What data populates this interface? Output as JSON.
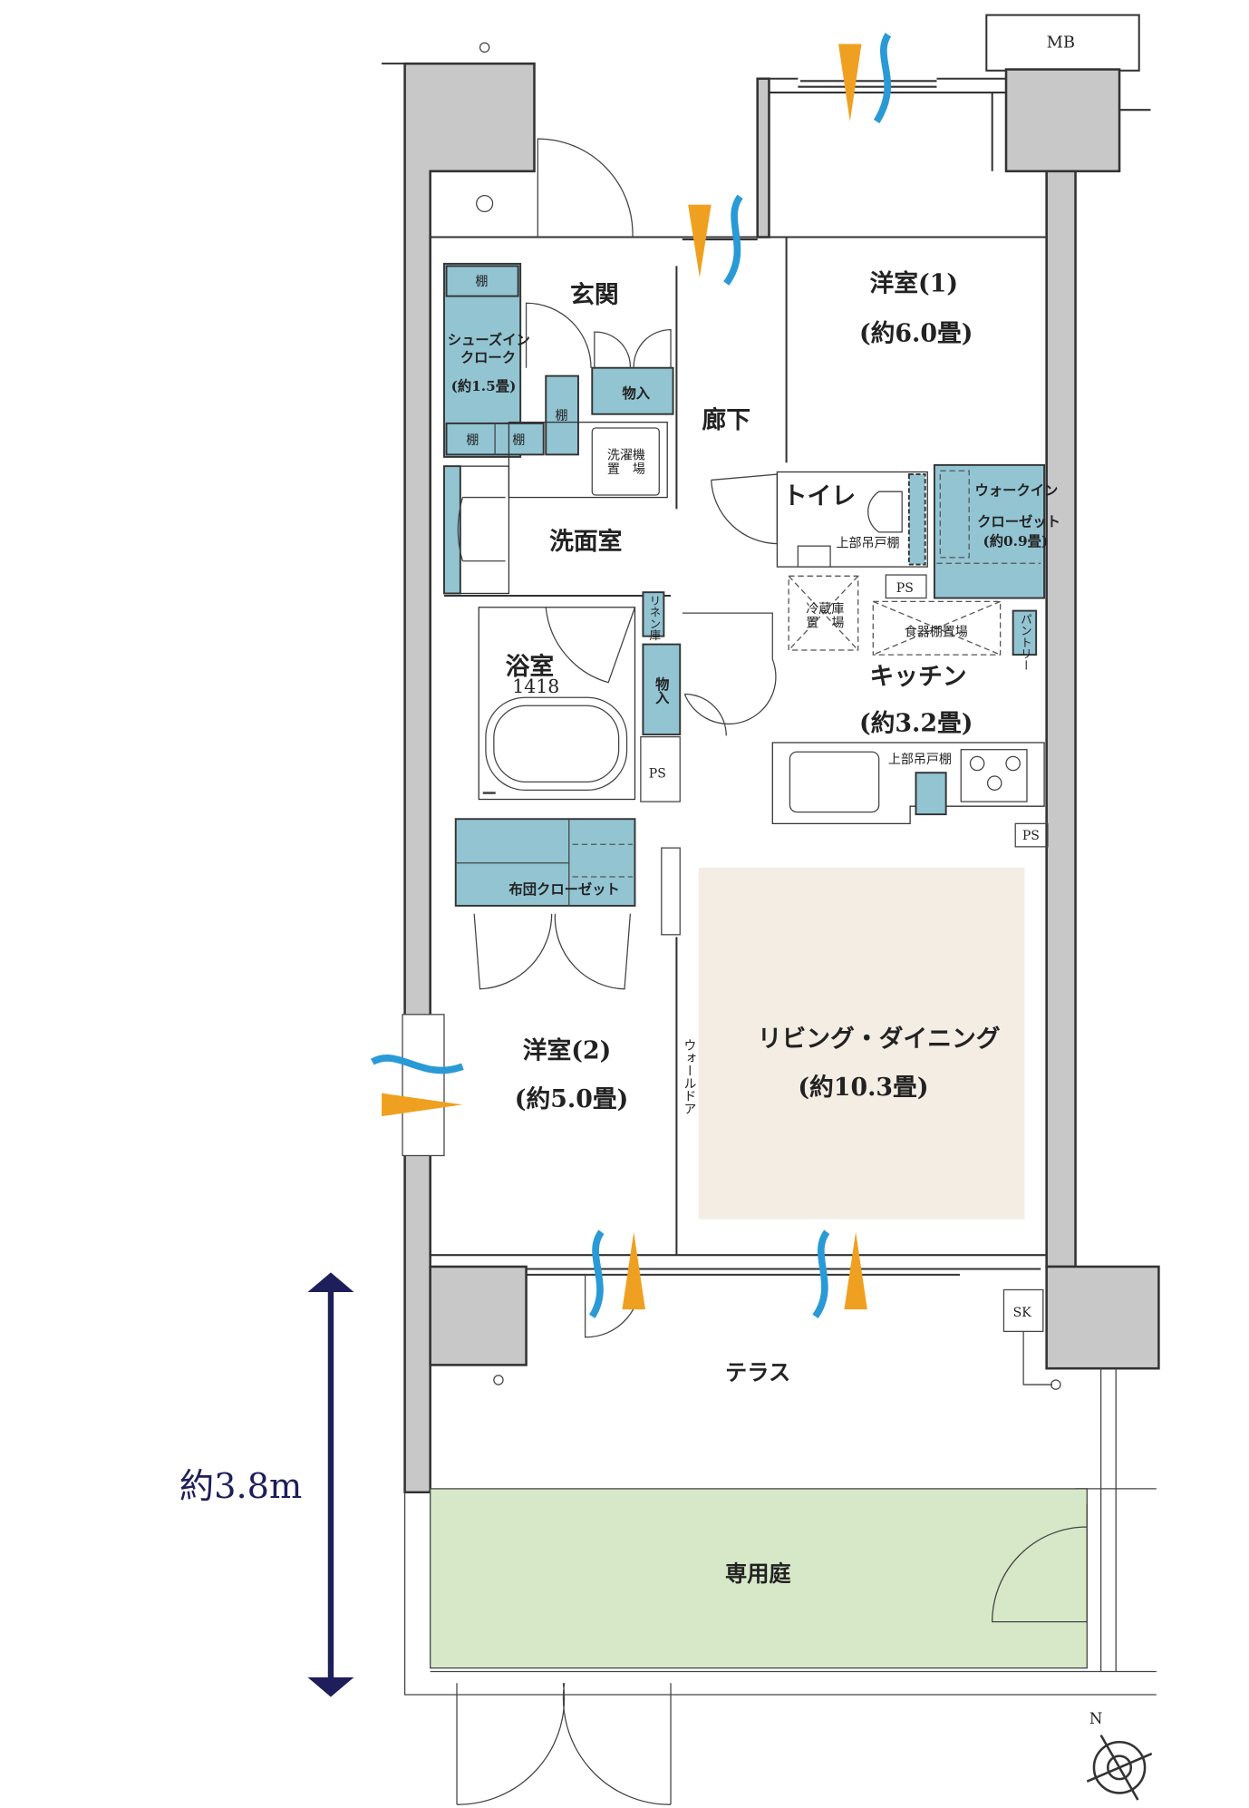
{
  "colors": {
    "storage": "#92c4d2",
    "living_floor": "#f3ede4",
    "garden": "#d6e8c8",
    "structure": "#c8c8c8",
    "ventilation_warm": "#f0a020",
    "ventilation_cool": "#2a9ad6",
    "dimension_arrow": "#1e1e5a"
  },
  "labels": {
    "mb": "MB",
    "entrance": "玄関",
    "shoe_closet_l1": "シューズイン",
    "shoe_closet_l2": "クローク",
    "shoe_closet_size": "(約1.5畳)",
    "shelf": "棚",
    "storage": "物入",
    "washer_l1": "洗濯機",
    "washer_l2": "置　場",
    "hallway": "廊下",
    "bedroom1": "洋室(1)",
    "bedroom1_size": "(約6.0畳)",
    "toilet": "トイレ",
    "upper_cabinet": "上部吊戸棚",
    "wic_l1": "ウォークイン",
    "wic_l2": "クローゼット",
    "wic_size": "(約0.9畳)",
    "ps": "PS",
    "fridge_l1": "冷蔵庫",
    "fridge_l2": "置　場",
    "cupboard": "食器棚置場",
    "pantry": "パントリー",
    "kitchen": "キッチン",
    "kitchen_size": "(約3.2畳)",
    "washroom": "洗面室",
    "linen": "リネン庫",
    "bathroom": "浴室",
    "bath_size": "1418",
    "futon_closet": "布団クローゼット",
    "bedroom2": "洋室(2)",
    "bedroom2_size": "(約5.0畳)",
    "wall_door": "ウォールドア",
    "living": "リビング・ダイニング",
    "living_size": "(約10.3畳)",
    "terrace": "テラス",
    "sk": "SK",
    "garden": "専用庭",
    "dimension": "約3.8m",
    "north": "N"
  }
}
